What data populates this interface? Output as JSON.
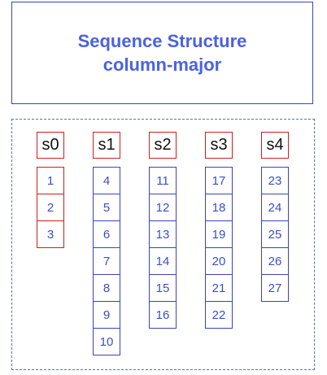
{
  "title": {
    "line1": "Sequence Structure",
    "line2": "column-major"
  },
  "columns": [
    {
      "label": "s0",
      "values": [
        "1",
        "2",
        "3"
      ]
    },
    {
      "label": "s1",
      "values": [
        "4",
        "5",
        "6",
        "7",
        "8",
        "9",
        "10"
      ]
    },
    {
      "label": "s2",
      "values": [
        "11",
        "12",
        "13",
        "14",
        "15",
        "16"
      ]
    },
    {
      "label": "s3",
      "values": [
        "17",
        "18",
        "19",
        "20",
        "21",
        "22"
      ]
    },
    {
      "label": "s4",
      "values": [
        "23",
        "24",
        "25",
        "26",
        "27"
      ]
    }
  ],
  "colors": {
    "title": "#4a63e0",
    "cell_text": "#3b4fc4",
    "border_blue": "#3b44b8",
    "border_red": "#cc1f1f"
  }
}
